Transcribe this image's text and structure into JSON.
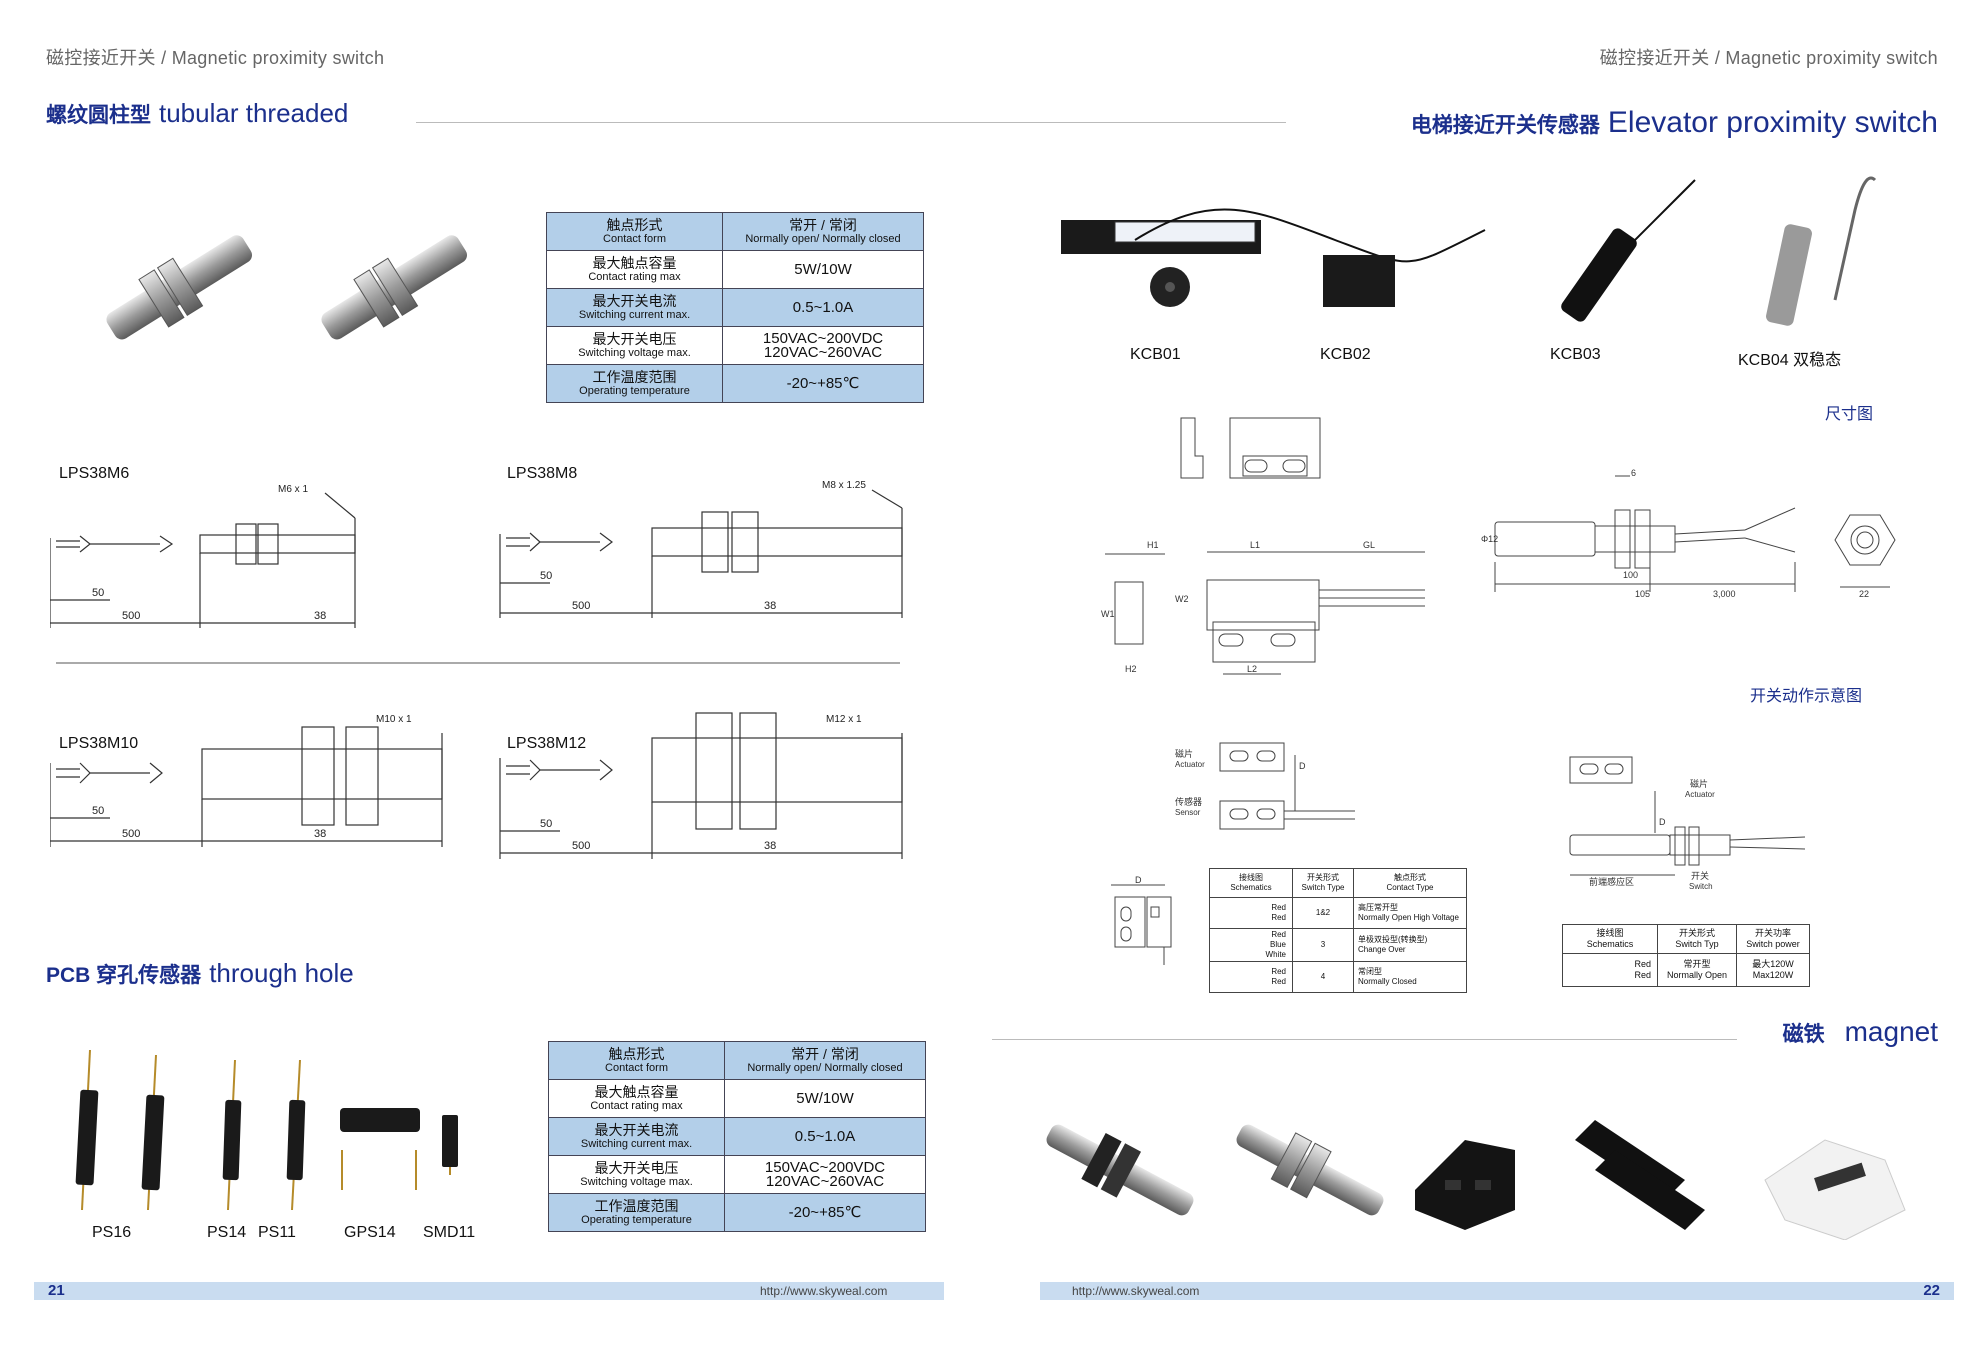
{
  "header_left": "磁控接近开关 / Magnetic proximity switch",
  "header_right": "磁控接近开关 / Magnetic proximity switch",
  "tubular": {
    "zh": "螺纹圆柱型",
    "en": "tubular threaded"
  },
  "elevator": {
    "zh": "电梯接近开关传感器",
    "en": "Elevator proximity switch"
  },
  "pcb": {
    "zh": "PCB 穿孔传感器",
    "en": "through hole"
  },
  "magnet": {
    "zh": "磁铁",
    "en": "magnet"
  },
  "spec_table": {
    "rows": [
      {
        "zh": "触点形式",
        "en": "Contact form",
        "value_zh": "常开 / 常闭",
        "value_en": "Normally open/ Normally closed",
        "highlight": true
      },
      {
        "zh": "最大触点容量",
        "en": "Contact rating max",
        "value": "5W/10W",
        "highlight": false
      },
      {
        "zh": "最大开关电流",
        "en": "Switching current max.",
        "value": "0.5~1.0A",
        "highlight": true
      },
      {
        "zh": "最大开关电压",
        "en": "Switching voltage max.",
        "value": "150VAC~200VDC",
        "value2": "120VAC~260VAC",
        "highlight": false
      },
      {
        "zh": "工作温度范围",
        "en": "Operating temperature",
        "value": "-20~+85℃",
        "highlight": true
      }
    ]
  },
  "tubular_models": [
    {
      "name": "LPS38M6",
      "thread": "M6 x 1",
      "dim_a": "50",
      "dim_b": "500",
      "dim_c": "38"
    },
    {
      "name": "LPS38M8",
      "thread": "M8 x 1.25",
      "dim_a": "50",
      "dim_b": "500",
      "dim_c": "38"
    },
    {
      "name": "LPS38M10",
      "thread": "M10 x 1",
      "dim_a": "50",
      "dim_b": "500",
      "dim_c": "38"
    },
    {
      "name": "LPS38M12",
      "thread": "M12 x 1",
      "dim_a": "50",
      "dim_b": "500",
      "dim_c": "38"
    }
  ],
  "pcb_models": [
    "PS16",
    "PS14",
    "PS11",
    "GPS14",
    "SMD11"
  ],
  "elevator_models": [
    "KCB01",
    "KCB02",
    "KCB03",
    "KCB04 双稳态"
  ],
  "dimension_title": "尺寸图",
  "action_title": "开关动作示意图",
  "dim_labels": {
    "h1": "H1",
    "l1": "L1",
    "gl": "GL",
    "w1": "W1",
    "w2": "W2",
    "h2": "H2",
    "l2": "L2",
    "d6": "6",
    "phi12": "Φ12",
    "d100": "100",
    "d105": "105",
    "d3000": "3,000",
    "d22": "22"
  },
  "action_labels": {
    "actuator_zh": "磁片",
    "actuator_en": "Actuator",
    "sensor_zh": "传感器",
    "sensor_en": "Sensor",
    "d": "D",
    "front_zone": "前端感应区",
    "switch_zh": "开关",
    "switch_en": "Switch"
  },
  "wiring_table": {
    "headers": [
      [
        "接线图",
        "Schematics"
      ],
      [
        "开关形式",
        "Switch Type"
      ],
      [
        "触点形式",
        "Contact Type"
      ]
    ],
    "rows": [
      {
        "wires": [
          "Red",
          "Red"
        ],
        "type": "1&2",
        "contact_zh": "高压常开型",
        "contact_en": "Normally Open High Voltage"
      },
      {
        "wires": [
          "Red",
          "Blue",
          "White"
        ],
        "type": "3",
        "contact_zh": "单极双投型(转换型)",
        "contact_en": "Change Over"
      },
      {
        "wires": [
          "Red",
          "Red"
        ],
        "type": "4",
        "contact_zh": "常闭型",
        "contact_en": "Normally Closed"
      }
    ]
  },
  "wiring_table2": {
    "headers": [
      [
        "接线图",
        "Schematics"
      ],
      [
        "开关形式",
        "Switch Typ"
      ],
      [
        "开关功率",
        "Switch power"
      ]
    ],
    "row": {
      "wires": [
        "Red",
        "Red"
      ],
      "type_zh": "常开型",
      "type_en": "Normally Open",
      "power_zh": "最大120W",
      "power_en": "Max120W"
    }
  },
  "footer": {
    "left_page": "21",
    "right_page": "22",
    "url_left": "http://www.skyweal.com",
    "url_right": "http://www.skyweal.com"
  }
}
